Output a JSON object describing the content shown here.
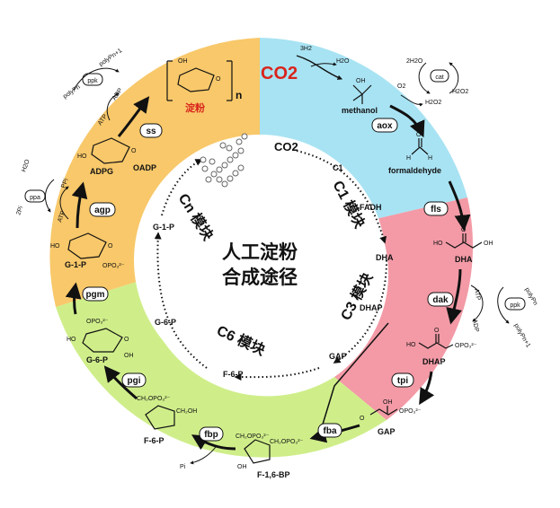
{
  "center": {
    "line1": "人工淀粉",
    "line2": "合成途径"
  },
  "inner": {
    "co2": "CO2",
    "c1": "C1",
    "fadh": "FADH",
    "dha": "DHA",
    "dhap": "DHAP",
    "gap": "GAP",
    "f6p": "F-6-P",
    "g6p": "G-6-P",
    "g1p": "G-1-P",
    "module_c1": "C1 模块",
    "module_c3": "C3 模块",
    "module_c6": "C6 模块",
    "module_cn": "Cn 模块"
  },
  "outer": {
    "co2_big": "CO2",
    "threeh2": "3H2",
    "h2o_a": "H2O",
    "methanol": "methanol",
    "o2": "O2",
    "twoh2o": "2H2O",
    "cat": "cat",
    "h2o2_a": "H2O2",
    "h2o2_b": "H2O2",
    "formaldehyde": "formaldehyde",
    "dha": "DHA",
    "atp": "ATP",
    "adp": "ADP",
    "ppk": "ppk",
    "polyp_n": "polyPn",
    "polyp_n1": "polyPn+1",
    "dhap": "DHAP",
    "gap": "GAP",
    "f16bp": "F-1,6-BP",
    "f6p": "F-6-P",
    "pi_f": "Pi",
    "g6p": "G-6-P",
    "g1p": "G-1-P",
    "atp_l": "ATP",
    "ppi": "PPi",
    "h2o_l": "H2O",
    "twopi": "2Pi",
    "ppa": "ppa",
    "adpg": "ADPG",
    "oadp": "OADP",
    "atp_t": "ATP",
    "adp_t": "ADP",
    "polyp_top_n": "polyPn",
    "polyp_top_n1": "polyPn+1",
    "ppk_top": "ppk",
    "starch": "淀粉",
    "n": "n"
  },
  "enzymes": {
    "aox": "aox",
    "fls": "fls",
    "dak": "dak",
    "tpi": "tpi",
    "fba": "fba",
    "fbp": "fbp",
    "pgi": "pgi",
    "pgm": "pgm",
    "agp": "agp",
    "ss": "ss"
  },
  "colors": {
    "blue": "#a8e3f3",
    "pink": "#f39aa6",
    "green": "#cfee8a",
    "orange": "#f8c86a",
    "accent_red": "#d9241c"
  }
}
